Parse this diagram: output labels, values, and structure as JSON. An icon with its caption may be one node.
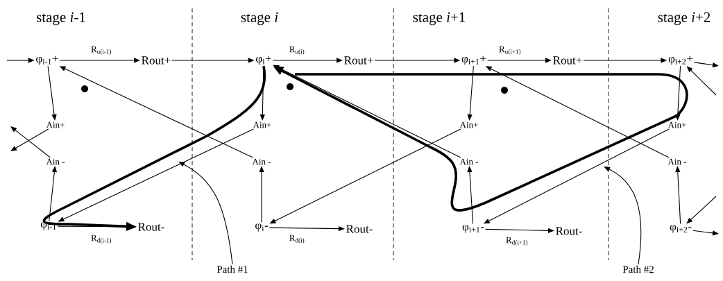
{
  "diagram": {
    "nodes": [
      {
        "text": [
          "φ$_{i-1}$+"
        ]
      },
      {
        "text": [
          "Rout+"
        ]
      },
      {
        "text": [
          "Ain+"
        ]
      },
      {
        "text": [
          "Ain -"
        ]
      },
      {
        "text": [
          "φ$_{i-1}$"
        ]
      },
      {
        "text": [
          "Rout-"
        ]
      },
      {
        "text": [
          "φ$_{i}$+"
        ]
      },
      {
        "text": [
          "Rout+"
        ]
      },
      {
        "text": [
          "Ain+"
        ]
      },
      {
        "text": [
          "Ain -"
        ]
      },
      {
        "text": [
          "φ$_{i}$-"
        ]
      },
      {
        "text": [
          "Rout-"
        ]
      },
      {
        "text": [
          "φ$_{i+1}$+"
        ]
      },
      {
        "text": [
          "Rout+"
        ]
      },
      {
        "text": [
          "Ain+"
        ]
      },
      {
        "text": [
          "Ain -"
        ]
      },
      {
        "text": [
          "φ$_{i+1}$-"
        ]
      },
      {
        "text": [
          "Rout-"
        ]
      },
      {
        "text": [
          "φ$_{i+2}$+"
        ]
      },
      {
        "text": [
          "Ain+"
        ]
      },
      {
        "text": [
          "Ain -"
        ]
      },
      {
        "text": [
          "φ$_{i+2}$-"
        ]
      },
      {
        "text": [
          "Path #1"
        ]
      },
      {
        "text": [
          "Path #2"
        ]
      }
    ],
    "edges": [
      {
        "from": null,
        "to": 0,
        "arrow": "to"
      },
      {
        "from": 0,
        "to": 1,
        "arrow": "to",
        "label": "R$_{u(i-1)}$"
      },
      {
        "from": 1,
        "to": 6,
        "arrow": "to"
      },
      {
        "from": 0,
        "to": 2,
        "arrow": "to"
      },
      {
        "from": 4,
        "to": 3,
        "arrow": "to"
      },
      {
        "from": 4,
        "to": 5,
        "arrow": "to",
        "label": "R$_{d(i-1)}$"
      },
      {
        "from": 2,
        "to": null,
        "arrow": "to"
      },
      {
        "from": 3,
        "to": null,
        "arrow": "to"
      },
      {
        "from": 6,
        "to": 7,
        "arrow": "to",
        "label": "R$_{u(i)}$"
      },
      {
        "from": 7,
        "to": 12,
        "arrow": "to"
      },
      {
        "from": 6,
        "to": 8,
        "arrow": "to"
      },
      {
        "from": 10,
        "to": 9,
        "arrow": "to"
      },
      {
        "from": 10,
        "to": 11,
        "arrow": "to",
        "label": "R$_{d(i)}$"
      },
      {
        "from": 9,
        "to": 0,
        "arrow": "to"
      },
      {
        "from": 8,
        "to": 4,
        "arrow": "to"
      },
      {
        "from": 12,
        "to": 13,
        "arrow": "to",
        "label": "R$_{u(i+1)}$"
      },
      {
        "from": 13,
        "to": 18,
        "arrow": "to"
      },
      {
        "from": 12,
        "to": 14,
        "arrow": "to"
      },
      {
        "from": 16,
        "to": 15,
        "arrow": "to"
      },
      {
        "from": 16,
        "to": 17,
        "arrow": "to",
        "label": "R$_{d(i+1)}$"
      },
      {
        "from": 15,
        "to": 6,
        "arrow": "to"
      },
      {
        "from": 14,
        "to": 10,
        "arrow": "to"
      },
      {
        "from": 18,
        "to": 19,
        "arrow": "to"
      },
      {
        "from": 21,
        "to": 20,
        "arrow": "to"
      },
      {
        "from": 20,
        "to": 12,
        "arrow": "to"
      },
      {
        "from": 19,
        "to": 16,
        "arrow": "to"
      },
      {
        "from": 18,
        "to": null,
        "arrow": "to"
      },
      {
        "from": 21,
        "to": null,
        "arrow": "to"
      },
      {
        "from": null,
        "to": 18,
        "arrow": "to"
      },
      {
        "from": null,
        "to": 21,
        "arrow": "to"
      },
      {
        "from": 6,
        "to": 5,
        "arrow": "to",
        "style": "thick"
      },
      {
        "from": null,
        "to": 6,
        "arrow": "to",
        "style": "thick"
      },
      {
        "from": 22,
        "to": null,
        "arrow": "to"
      },
      {
        "from": 23,
        "to": null,
        "arrow": "to"
      }
    ],
    "labels": [
      "stage *i*-1",
      "stage *i*",
      "stage *i*+1",
      "stage *i*+2"
    ]
  }
}
